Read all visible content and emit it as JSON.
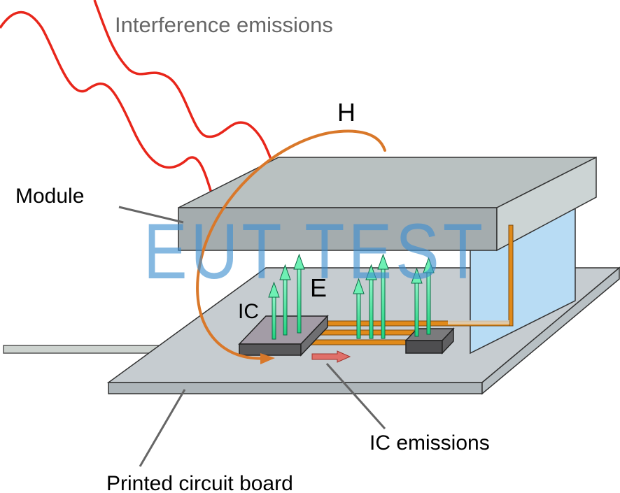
{
  "labels": {
    "interference": "Interference emissions",
    "h_field": "H",
    "e_field": "E",
    "module": "Module",
    "ic": "IC",
    "ic_emissions": "IC emissions",
    "pcb": "Printed circuit board"
  },
  "watermark": "EUT TEST",
  "colors": {
    "interference_wave": "#e8261b",
    "h_field_loop": "#d9782a",
    "e_field_arrows": "#38e89a",
    "trace": "#e08a1a",
    "module_top": "#b9c1c1",
    "board_top": "#c6ccd0",
    "watermark": "#3d8fd0"
  }
}
